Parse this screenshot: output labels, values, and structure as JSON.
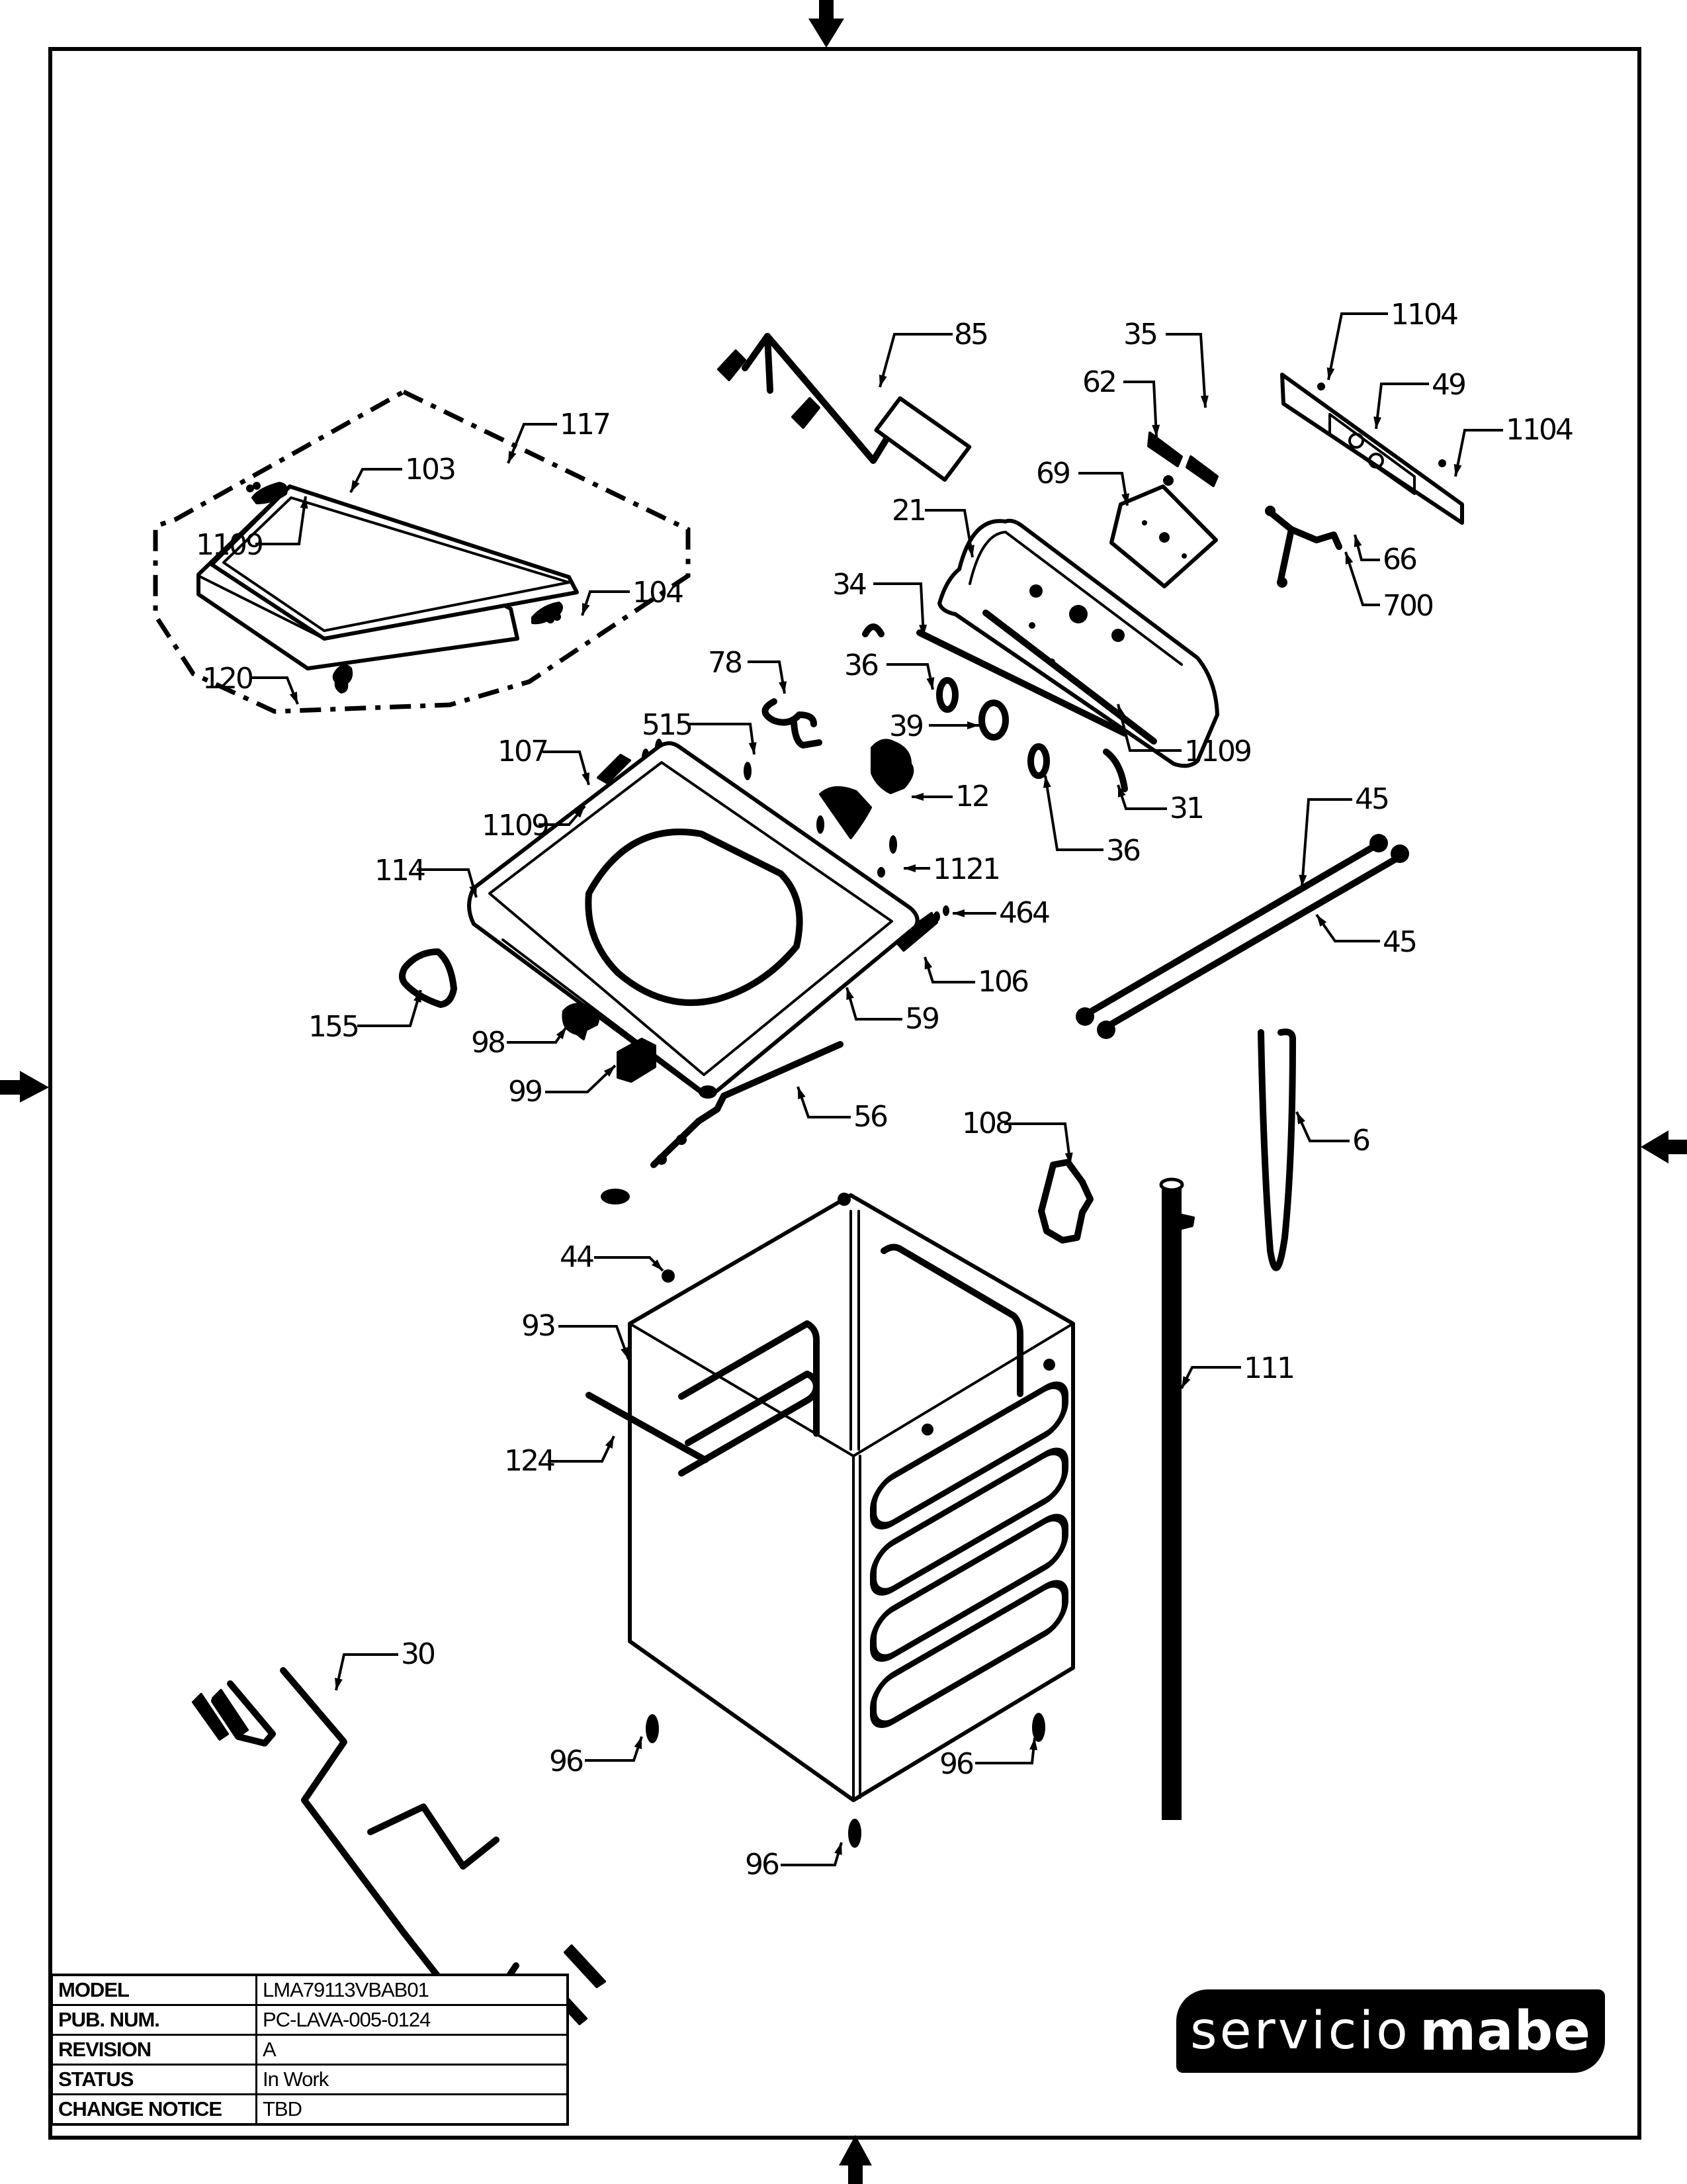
{
  "diagram": {
    "type": "exploded-parts-view",
    "subject": "top-load washer cabinet and console assembly",
    "callouts": [
      {
        "id": "c85",
        "label": "85"
      },
      {
        "id": "c35",
        "label": "35"
      },
      {
        "id": "c1104a",
        "label": "1104"
      },
      {
        "id": "c62",
        "label": "62"
      },
      {
        "id": "c49",
        "label": "49"
      },
      {
        "id": "c1104b",
        "label": "1104"
      },
      {
        "id": "c69",
        "label": "69"
      },
      {
        "id": "c21",
        "label": "21"
      },
      {
        "id": "c66",
        "label": "66"
      },
      {
        "id": "c700",
        "label": "700"
      },
      {
        "id": "c34",
        "label": "34"
      },
      {
        "id": "c117",
        "label": "117"
      },
      {
        "id": "c103",
        "label": "103"
      },
      {
        "id": "c1109a",
        "label": "1109"
      },
      {
        "id": "c104",
        "label": "104"
      },
      {
        "id": "c120",
        "label": "120"
      },
      {
        "id": "c78",
        "label": "78"
      },
      {
        "id": "c36a",
        "label": "36"
      },
      {
        "id": "c39",
        "label": "39"
      },
      {
        "id": "c1109b",
        "label": "1109"
      },
      {
        "id": "c515",
        "label": "515"
      },
      {
        "id": "c107",
        "label": "107"
      },
      {
        "id": "c12",
        "label": "12"
      },
      {
        "id": "c31",
        "label": "31"
      },
      {
        "id": "c1109c",
        "label": "1109"
      },
      {
        "id": "c36b",
        "label": "36"
      },
      {
        "id": "c45a",
        "label": "45"
      },
      {
        "id": "c114",
        "label": "114"
      },
      {
        "id": "c1121",
        "label": "1121"
      },
      {
        "id": "c464",
        "label": "464"
      },
      {
        "id": "c45b",
        "label": "45"
      },
      {
        "id": "c106",
        "label": "106"
      },
      {
        "id": "c155",
        "label": "155"
      },
      {
        "id": "c59",
        "label": "59"
      },
      {
        "id": "c98",
        "label": "98"
      },
      {
        "id": "c99",
        "label": "99"
      },
      {
        "id": "c56",
        "label": "56"
      },
      {
        "id": "c108",
        "label": "108"
      },
      {
        "id": "c6",
        "label": "6"
      },
      {
        "id": "c44",
        "label": "44"
      },
      {
        "id": "c93",
        "label": "93"
      },
      {
        "id": "c111",
        "label": "111"
      },
      {
        "id": "c124",
        "label": "124"
      },
      {
        "id": "c30",
        "label": "30"
      },
      {
        "id": "c96a",
        "label": "96"
      },
      {
        "id": "c96b",
        "label": "96"
      },
      {
        "id": "c96c",
        "label": "96"
      }
    ]
  },
  "title_block": {
    "rows": [
      {
        "key": "MODEL",
        "value": "LMA79113VBAB01"
      },
      {
        "key": "PUB. NUM.",
        "value": "PC-LAVA-005-0124"
      },
      {
        "key": "REVISION",
        "value": "A"
      },
      {
        "key": "STATUS",
        "value": "In Work"
      },
      {
        "key": "CHANGE NOTICE",
        "value": "TBD"
      }
    ]
  },
  "logo": {
    "light_text": "servicio",
    "bold_text": "mabe"
  },
  "colors": {
    "ink": "#000000",
    "paper": "#ffffff"
  }
}
